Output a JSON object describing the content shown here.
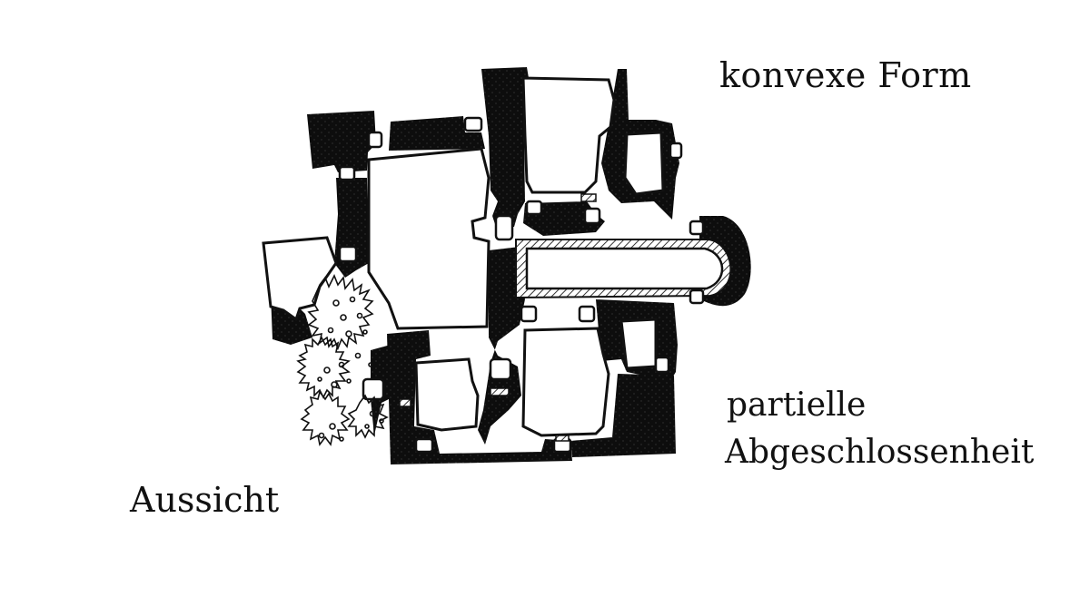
{
  "diagram": {
    "labels": {
      "konvexe_form": "konvexe Form",
      "partielle": "partielle",
      "abgeschlossenheit": "Abgeschlossenheit",
      "aussicht": "Aussicht"
    },
    "colors": {
      "ink": "#111111",
      "paper": "#ffffff",
      "hatch": "#555555"
    }
  }
}
